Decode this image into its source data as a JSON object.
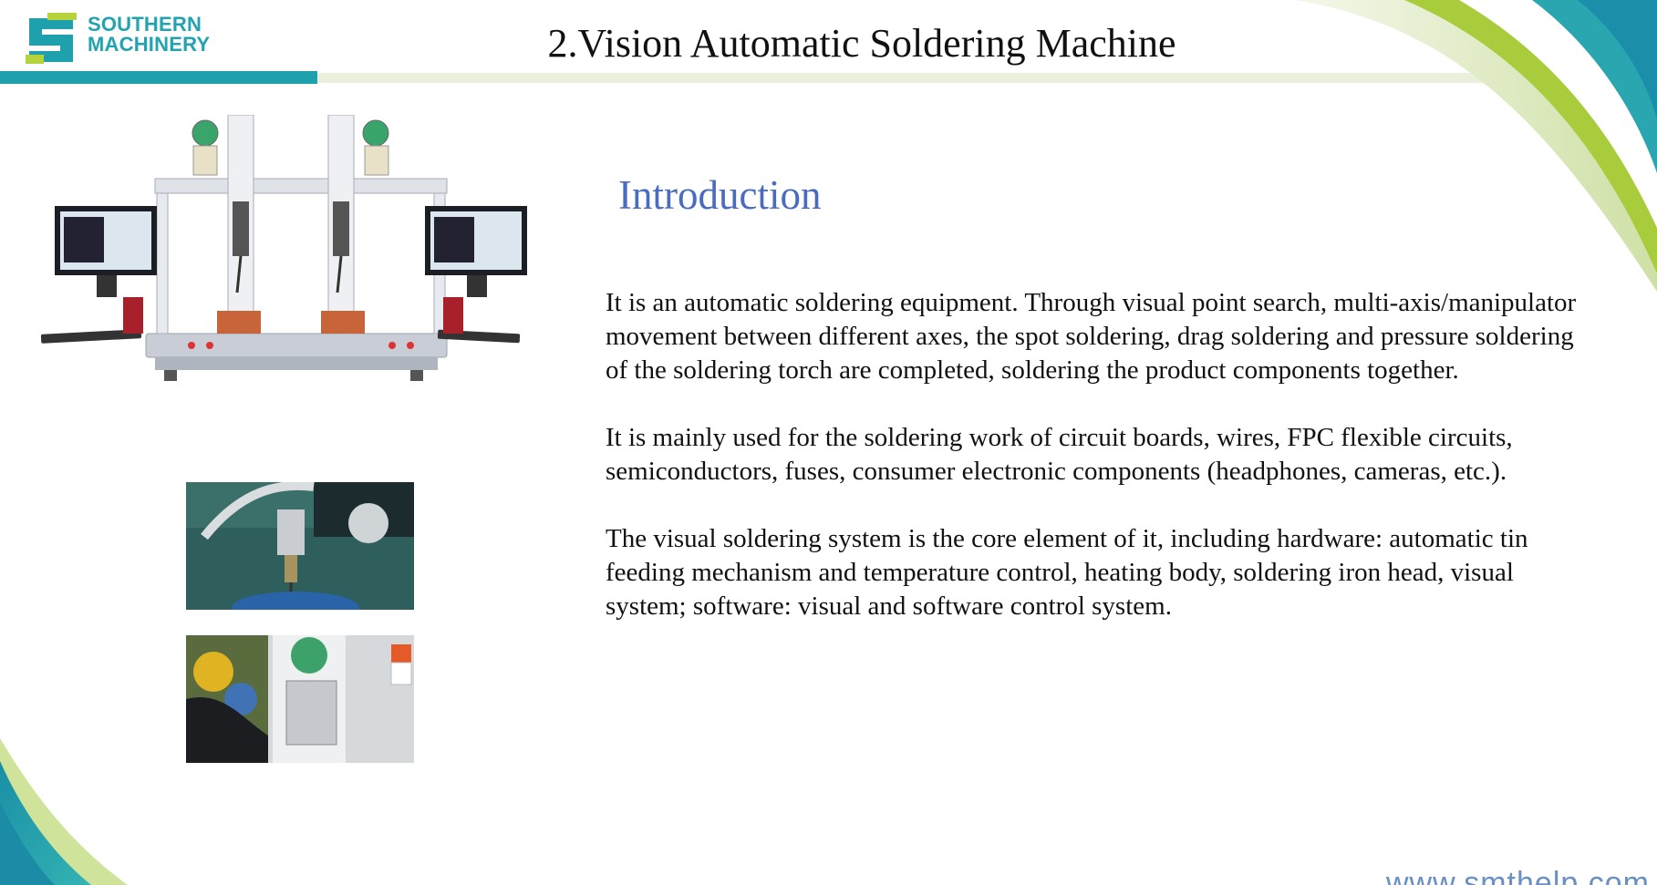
{
  "header": {
    "logo_line1": "SOUTHERN",
    "logo_line2": "MACHINERY",
    "title": "2.Vision Automatic Soldering Machine"
  },
  "content": {
    "heading": "Introduction",
    "paragraphs": [
      "It is an automatic soldering equipment. Through visual point search, multi-axis/manipulator movement between different axes, the spot soldering, drag soldering and pressure soldering of the soldering torch are completed, soldering the product components together.",
      "It is mainly used for the soldering work of circuit boards, wires, FPC flexible circuits, semiconductors, fuses, consumer electronic components (headphones, cameras, etc.).",
      "The visual soldering system is the core element of it, including hardware: automatic tin feeding mechanism and temperature control, heating body, soldering iron head, visual system; software: visual and software control system."
    ]
  },
  "footer": {
    "url": "www.smthelp.com"
  },
  "colors": {
    "brand_teal": "#1fa1ad",
    "accent_green": "#b7d33c",
    "heading_blue": "#4a6cc0"
  }
}
